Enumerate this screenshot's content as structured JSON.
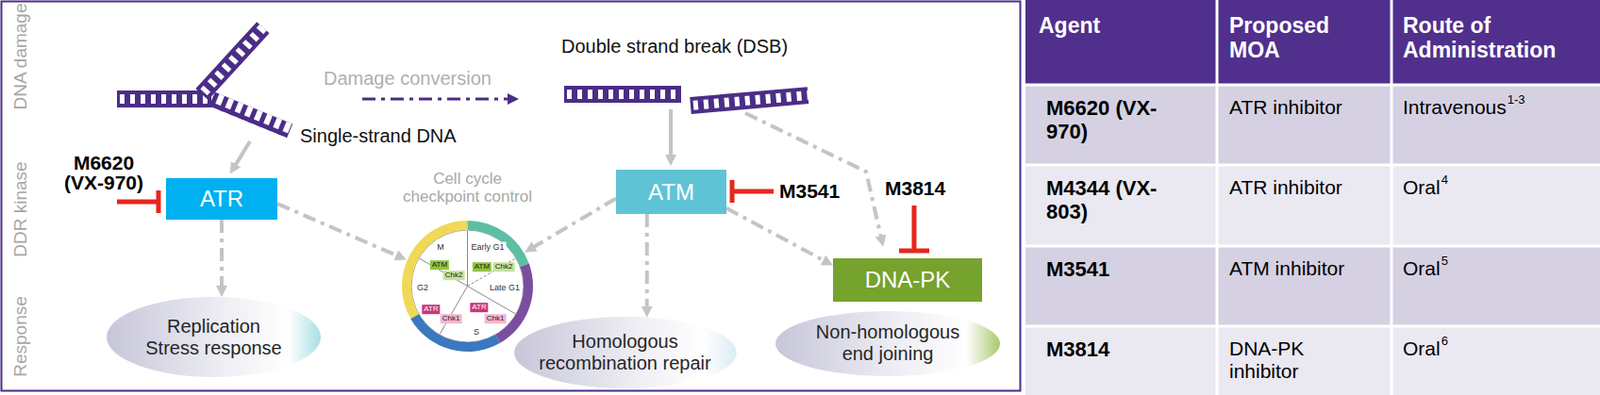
{
  "diagram": {
    "nodes": [
      {
        "text": [
          "ATR"
        ]
      },
      {
        "text": [
          "Cell cycle checkpoint control"
        ]
      },
      {
        "text": [
          "ATM"
        ]
      },
      {
        "text": [
          "DNA-PK"
        ]
      },
      {
        "text": [
          "Replication Stress response"
        ]
      },
      {
        "text": [
          "Homologous recombination repair"
        ]
      },
      {
        "text": [
          "Non-homologous end joining"
        ]
      }
    ],
    "edges": [
      {
        "from": 0,
        "to": 4,
        "arrow": "to"
      },
      {
        "from": 0,
        "to": 1,
        "arrow": "to"
      },
      {
        "from": 2,
        "to": 1,
        "arrow": "to"
      },
      {
        "from": 2,
        "to": 5,
        "arrow": "to"
      },
      {
        "from": 2,
        "to": 3,
        "arrow": "to"
      }
    ],
    "labels": [
      "DNA damage",
      "DDR kinase",
      "Response",
      "Single-strand DNA",
      "Damage conversion",
      "Double strand break (DSB)",
      "M6620 (VX-970)",
      "M3541",
      "M3814",
      "M",
      "Early G1",
      "Late G1",
      "S",
      "G2",
      "ATM",
      "Chk2",
      "ATM",
      "Chk2",
      "ATR",
      "Chk1",
      "ATR",
      "Chk1",
      "Agent",
      "Proposed MOA",
      "Route of Administration",
      "M6620 (VX-970)",
      "ATR inhibitor",
      "Intravenous",
      "1-3",
      "M4344 (VX-803)",
      "ATR inhibitor",
      "Oral",
      "4",
      "M3541",
      "ATM inhibitor",
      "Oral",
      "5",
      "M3814",
      "DNA-PK inhibitor",
      "Oral",
      "6"
    ]
  }
}
